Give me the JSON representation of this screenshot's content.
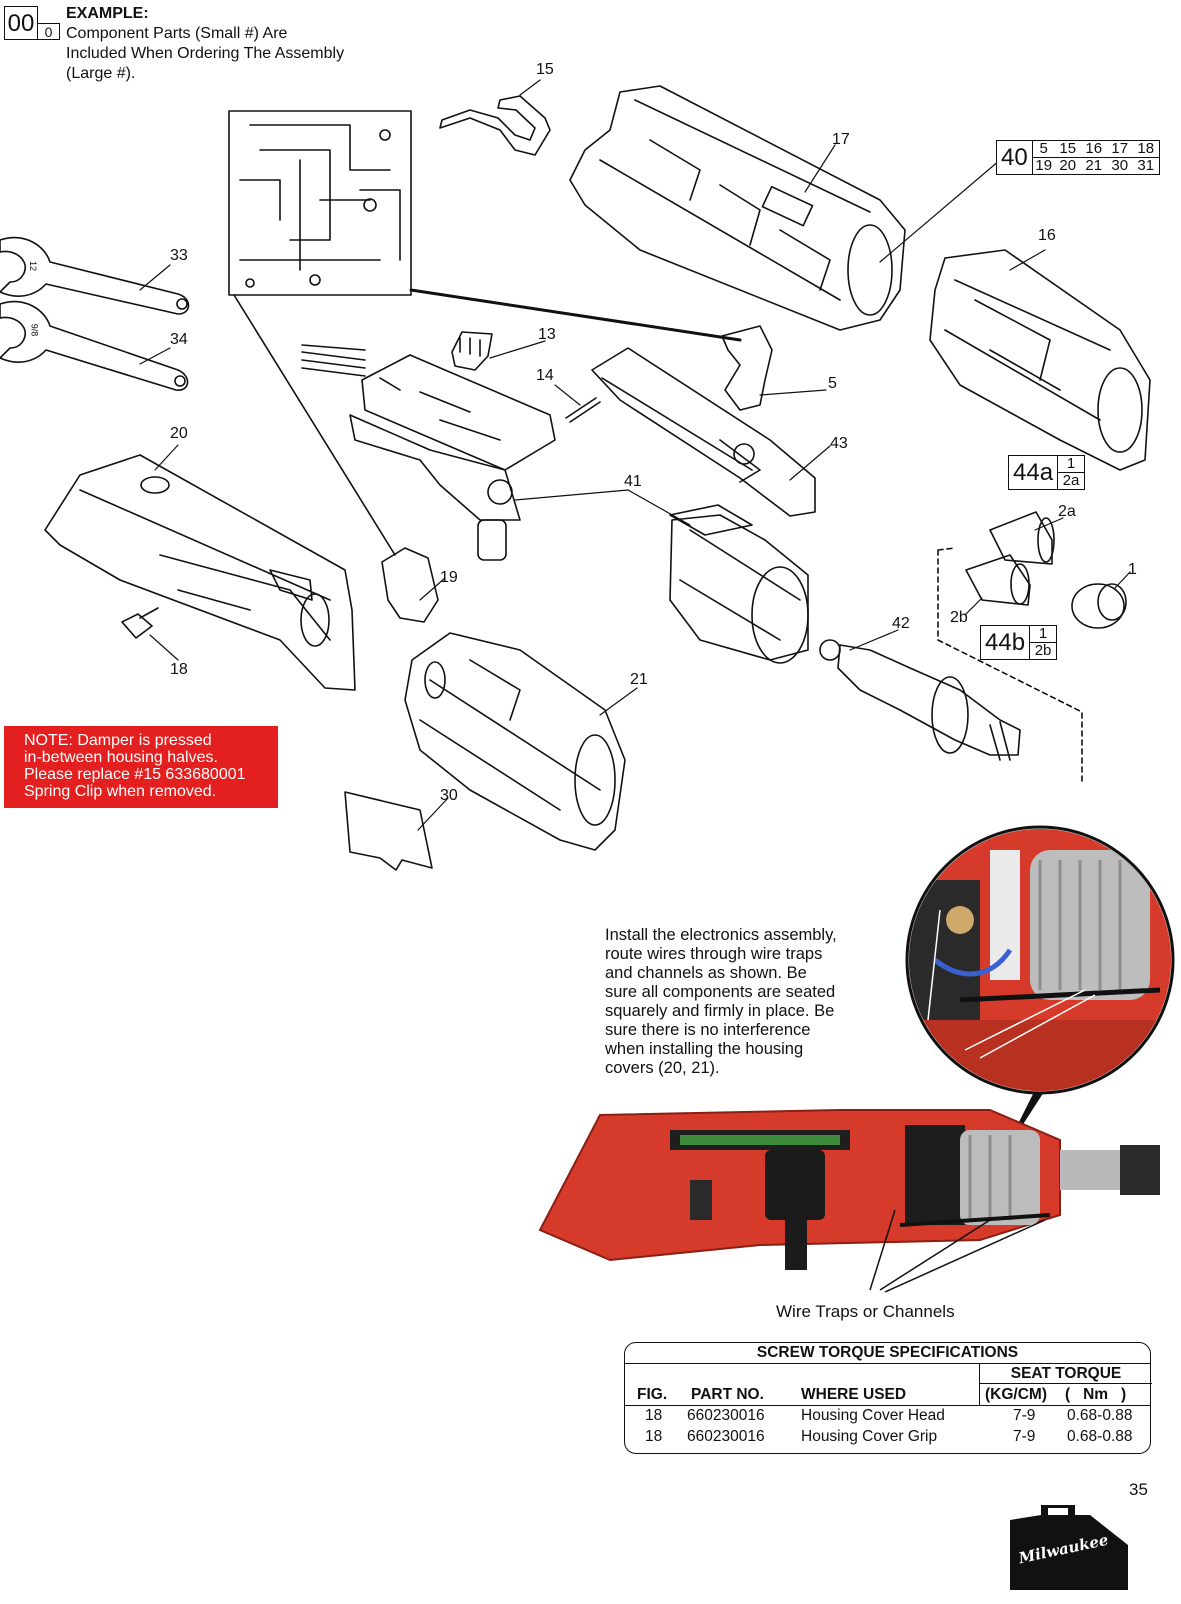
{
  "example": {
    "big_number": "00",
    "small_number": "0",
    "heading": "EXAMPLE:",
    "lines": [
      "Component Parts (Small #) Are",
      "Included When Ordering The Assembly",
      "(Large #)."
    ]
  },
  "callouts": {
    "c15": "15",
    "c17": "17",
    "c16": "16",
    "c33": "33",
    "c34": "34",
    "c13": "13",
    "c14": "14",
    "c5": "5",
    "c43": "43",
    "c20": "20",
    "c41": "41",
    "c2a": "2a",
    "c1": "1",
    "c19": "19",
    "c2b": "2b",
    "c42": "42",
    "c18": "18",
    "c21": "21",
    "c30": "30"
  },
  "assemblies": {
    "a40": {
      "main": "40",
      "top": [
        "5",
        "15",
        "16",
        "17",
        "18"
      ],
      "bottom": [
        "19",
        "20",
        "21",
        "30",
        "31"
      ]
    },
    "a44a": {
      "main": "44a",
      "top": "1",
      "bottom": "2a"
    },
    "a44b": {
      "main": "44b",
      "top": "1",
      "bottom": "2b"
    }
  },
  "wrench_marks": {
    "w33": "12",
    "w34": "9/8"
  },
  "note": {
    "lines": [
      "NOTE: Damper is pressed",
      "in-between housing halves.",
      "Please replace #15 633680001",
      "Spring Clip when removed."
    ],
    "color": "#e41f1f"
  },
  "instructions": {
    "lines": [
      "Install the electronics assembly,",
      "route wires through wire traps",
      "and channels as shown. Be",
      "sure all components are seated",
      "squarely and firmly in place. Be",
      "sure there is no interference",
      "when installing the housing",
      "covers (20, 21)."
    ]
  },
  "photo_label": "Wire Traps or Channels",
  "torque_table": {
    "title": "SCREW TORQUE SPECIFICATIONS",
    "group_header": "SEAT TORQUE",
    "headers": {
      "fig": "FIG.",
      "part": "PART NO.",
      "where": "WHERE USED",
      "kg": "(KG/CM)",
      "nm": "(   Nm   )"
    },
    "rows": [
      {
        "fig": "18",
        "part": "660230016",
        "where": "Housing Cover Head",
        "kg": "7-9",
        "nm": "0.68-0.88"
      },
      {
        "fig": "18",
        "part": "660230016",
        "where": "Housing Cover Grip",
        "kg": "7-9",
        "nm": "0.68-0.88"
      }
    ]
  },
  "page_number": "35",
  "brand": "Milwaukee",
  "colors": {
    "tool_red": "#d63a2a",
    "note_red": "#e41f1f",
    "ink": "#111111"
  }
}
